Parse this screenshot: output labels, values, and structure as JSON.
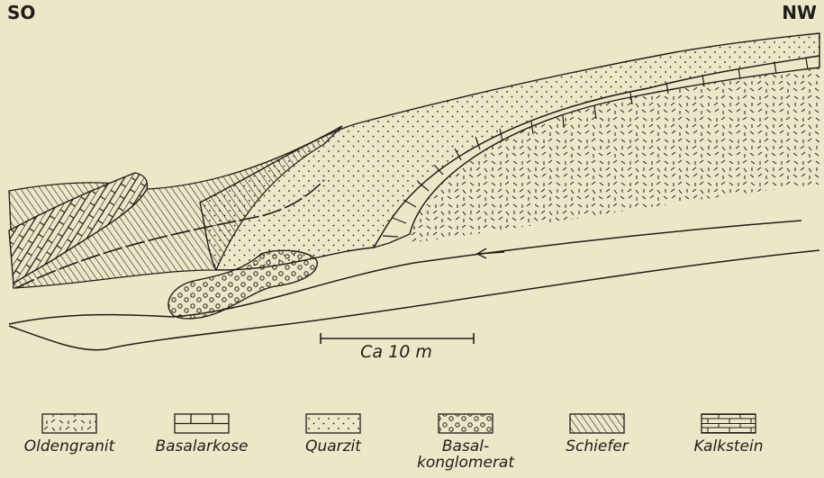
{
  "orientation": {
    "left": "SO",
    "right": "NW"
  },
  "scale_bar": {
    "label": "Ca 10 m"
  },
  "legend": [
    {
      "id": "oldengranit",
      "label": "Oldengranit",
      "pattern": "dashes"
    },
    {
      "id": "basalarkose",
      "label": "Basalarkose",
      "pattern": "bands"
    },
    {
      "id": "quarzit",
      "label": "Quarzit",
      "pattern": "dots"
    },
    {
      "id": "basalkonglomerat",
      "label": "Basal-\nkonglomerat",
      "pattern": "circles"
    },
    {
      "id": "schiefer",
      "label": "Schiefer",
      "pattern": "hatch"
    },
    {
      "id": "kalkstein",
      "label": "Kalkstein",
      "pattern": "bricks"
    }
  ],
  "colors": {
    "background": "#ede7c9",
    "ink": "#1f1d17"
  }
}
